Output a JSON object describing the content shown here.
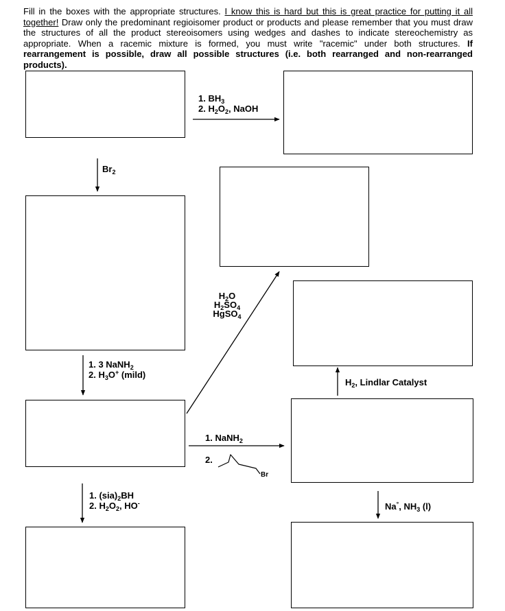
{
  "instructions": {
    "s1": "Fill in the boxes with the appropriate structures. ",
    "s2": "I know this is hard but this is great practice for putting it all together!",
    "s3": " Draw only the predominant regioisomer product or products and please remember that you must draw the structures of all the product stereoisomers using wedges and dashes to indicate stereochemistry as appropriate. When a racemic mixture is formed, you must write \"racemic\" under both structures. ",
    "s4": "If rearrangement is possible, draw all possible structures (i.e. both rearranged and non-rearranged products)."
  },
  "reagents": {
    "hydroboration": {
      "line1": "1. BH",
      "line1_sub": "3",
      "line2_pre": "2. H",
      "line2_sub1": "2",
      "line2_mid": "O",
      "line2_sub2": "2",
      "line2_post": ", NaOH"
    },
    "bromination": {
      "pre": "Br",
      "sub": "2"
    },
    "elimination": {
      "line1_pre": "1. 3 NaNH",
      "line1_sub": "2",
      "line2_pre": "2. H",
      "line2_sub": "3",
      "line2_mid": "O",
      "line2_sup": "+",
      "line2_post": " (mild)"
    },
    "hydration": {
      "l1_pre": "H",
      "l1_sub": "2",
      "l1_post": "O",
      "l2_pre": "H",
      "l2_sub1": "2",
      "l2_mid": "SO",
      "l2_sub2": "4",
      "l3_pre": "HgSO",
      "l3_sub": "4"
    },
    "alkylation": {
      "line1_pre": "1. NaNH",
      "line1_sub": "2",
      "line2": "2.",
      "halide_label": "Br"
    },
    "lindlar": {
      "pre": "H",
      "sub": "2",
      "post": ", Lindlar Catalyst"
    },
    "sia_borane": {
      "line1_pre": "1. (sia)",
      "line1_sub": "2",
      "line1_post": "BH",
      "line2_pre": "2. H",
      "line2_sub1": "2",
      "line2_mid": "O",
      "line2_sub2": "2",
      "line2_post": ", HO",
      "line2_sup": "-"
    },
    "dissolving_metal": {
      "pre": "Na",
      "sup": "°",
      "mid": ", NH",
      "sub": "3",
      "post": " (l)"
    }
  }
}
